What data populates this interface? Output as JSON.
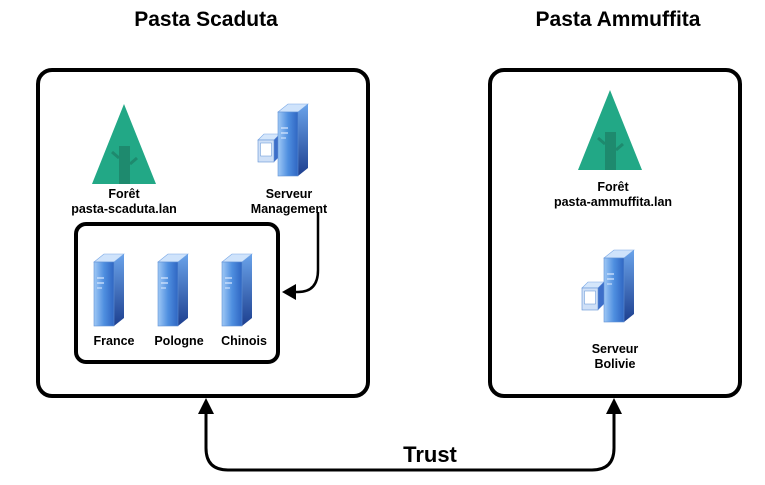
{
  "titles": {
    "left": "Pasta Scaduta",
    "right": "Pasta Ammuffita"
  },
  "left_domain": {
    "forest_label_line1": "Forêt",
    "forest_label_line2": "pasta-scaduta.lan",
    "server_label_line1": "Serveur",
    "server_label_line2": "Management",
    "servers": [
      "France",
      "Pologne",
      "Chinois"
    ]
  },
  "right_domain": {
    "forest_label_line1": "Forêt",
    "forest_label_line2": "pasta-ammuffita.lan",
    "server_label_line1": "Serveur",
    "server_label_line2": "Bolivie"
  },
  "trust_label": "Trust",
  "icons": {
    "forest": "tree-icon",
    "server": "server-icon",
    "workstation_server": "server-workstation-icon"
  },
  "colors": {
    "tree_fill": "#22a886",
    "tree_trunk": "#1e8a6e",
    "server_blue": "#3a7bd5"
  }
}
